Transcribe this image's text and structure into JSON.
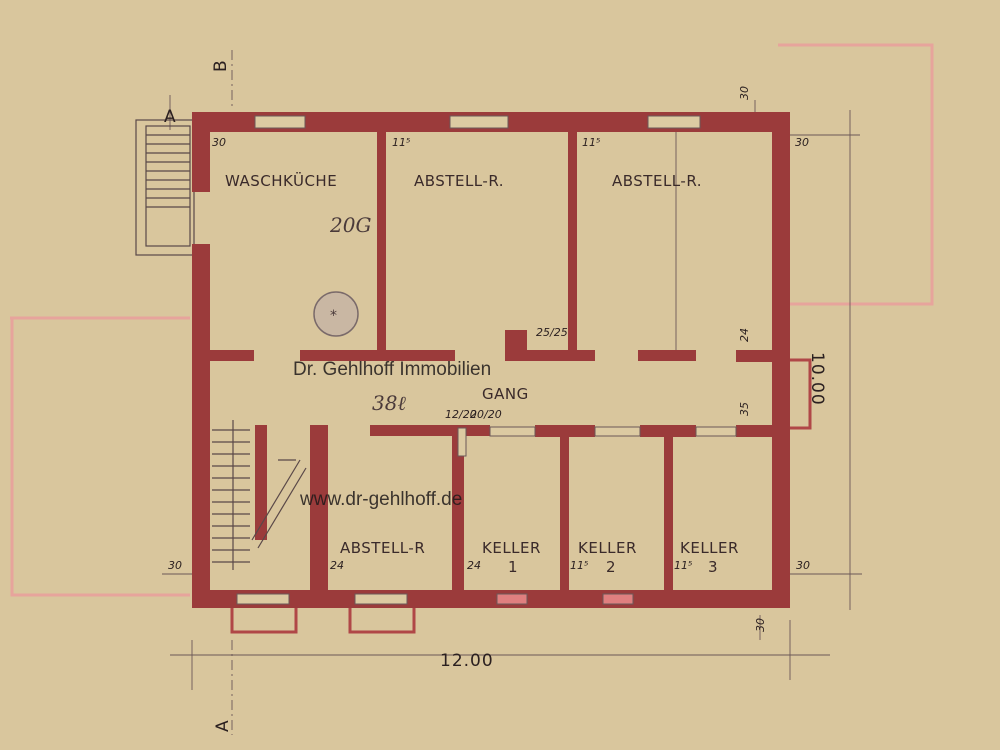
{
  "rooms": {
    "waschkueche": "WASCHKÜCHE",
    "abstell1": "ABSTELL-R.",
    "abstell2": "ABSTELL-R.",
    "gang": "GANG",
    "abstell3": "ABSTELL-R",
    "keller1": "KELLER",
    "keller1_num": "1",
    "keller2": "KELLER",
    "keller2_num": "2",
    "keller3": "KELLER",
    "keller3_num": "3"
  },
  "dimensions": {
    "width": "12.00",
    "depth": "10.00",
    "wall_30_tl": "30",
    "wall_30_tr": "30",
    "wall_30_top": "30",
    "wall_30_bl": "30",
    "wall_30_br": "30",
    "wall_30_bottom": "30",
    "wall_115_a": "11⁵",
    "wall_115_b": "11⁵",
    "wall_115_c": "11⁵",
    "wall_115_d": "11⁵",
    "wall_24_a": "24",
    "wall_24_b": "24",
    "wall_24_c": "24",
    "wall_35": "35",
    "chimney_25": "25/25",
    "chimney_12_20": "12/20",
    "chimney_20_20": "20/20"
  },
  "section_marks": {
    "top": "B",
    "left_top": "A",
    "bottom": "A"
  },
  "handwritten": {
    "note_20g": "20G",
    "note_gang": "38ℓ"
  },
  "watermark": {
    "company": "Dr. Gehlhoff Immobilien",
    "url": "www.dr-gehlhoff.de"
  },
  "colors": {
    "paper": "#dccaa2",
    "wall": "#9b3b3b",
    "accent_pink": "#e7a49c"
  }
}
